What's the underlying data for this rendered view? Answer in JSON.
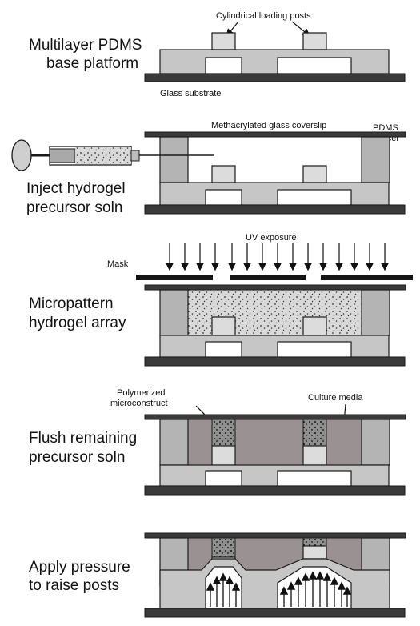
{
  "colors": {
    "glass": "#3a3a3a",
    "pdms_base": "#c6c6c6",
    "pdms_spacer": "#b4b4b4",
    "media": "#9a9292",
    "hydrogel": "#d7d7d7",
    "post": "#dedede",
    "outline": "#1a1a1a"
  },
  "steps": [
    {
      "label_lines": [
        "Multilayer PDMS",
        "base platform"
      ],
      "annotations": {
        "posts": "Cylindrical loading posts",
        "substrate": "Glass substrate"
      }
    },
    {
      "label_lines": [
        "Inject hydrogel",
        "precursor soln"
      ],
      "annotations": {
        "coverslip": "Methacrylated glass coverslip",
        "spacer_line1": "PDMS",
        "spacer_line2": "spacer"
      }
    },
    {
      "label_lines": [
        "Micropattern",
        "hydrogel array"
      ],
      "annotations": {
        "uv": "UV exposure",
        "mask": "Mask"
      }
    },
    {
      "label_lines": [
        "Flush remaining",
        "precursor soln"
      ],
      "annotations": {
        "polymerized_line1": "Polymerized",
        "polymerized_line2": "microconstruct",
        "media": "Culture media"
      }
    },
    {
      "label_lines": [
        "Apply pressure",
        "to raise posts"
      ],
      "annotations": {}
    }
  ]
}
